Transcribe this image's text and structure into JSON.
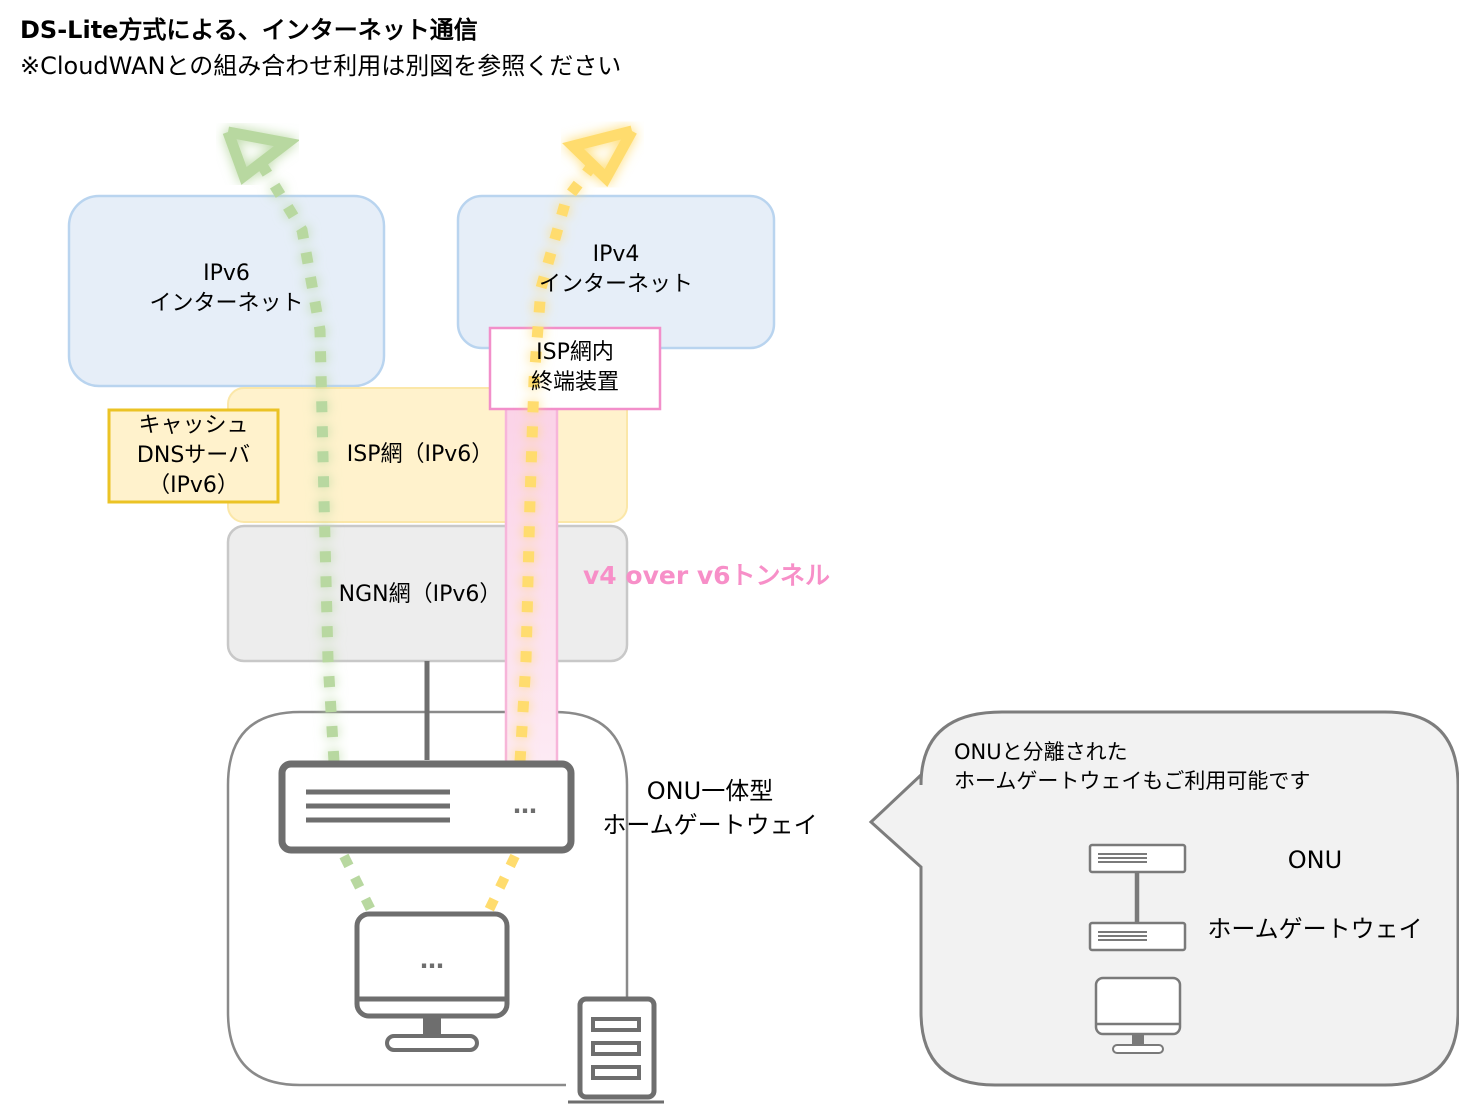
{
  "header": {
    "title": "DS-Lite方式による、インターネット通信",
    "subtitle": "※CloudWANとの組み合わせ利用は別図を参照ください"
  },
  "networks": {
    "ipv6_internet": {
      "line1": "IPv6",
      "line2": "インターネット"
    },
    "ipv4_internet": {
      "line1": "IPv4",
      "line2": "インターネット"
    },
    "isp_net": {
      "label": "ISP網（IPv6）"
    },
    "ngn_net": {
      "label": "NGN網（IPv6）"
    }
  },
  "devices": {
    "isp_terminator": {
      "line1": "ISP網内",
      "line2": "終端装置"
    },
    "cache_dns": {
      "line1": "キャッシュ",
      "line2": "DNSサーバ",
      "line3": "（IPv6）"
    },
    "onu_hgw": {
      "line1": "ONU一体型",
      "line2": "ホームゲートウェイ",
      "dots": "…"
    },
    "pc": {
      "dots": "…"
    }
  },
  "tunnel": {
    "label": "v4 over v6トンネル"
  },
  "callout": {
    "line1": "ONUと分離された",
    "line2": "ホームゲートウェイもご利用可能です",
    "onu_label": "ONU",
    "hgw_label": "ホームゲートウェイ"
  },
  "colors": {
    "ipv6_path": "#b8d8a0",
    "ipv4_path": "#ffdc6e",
    "tunnel": "#f78fc8",
    "internet_fill": "#e6eef8",
    "isp_fill": "#fff2cc",
    "ngn_fill": "#ededed",
    "device_gray": "#6e6e6e"
  }
}
